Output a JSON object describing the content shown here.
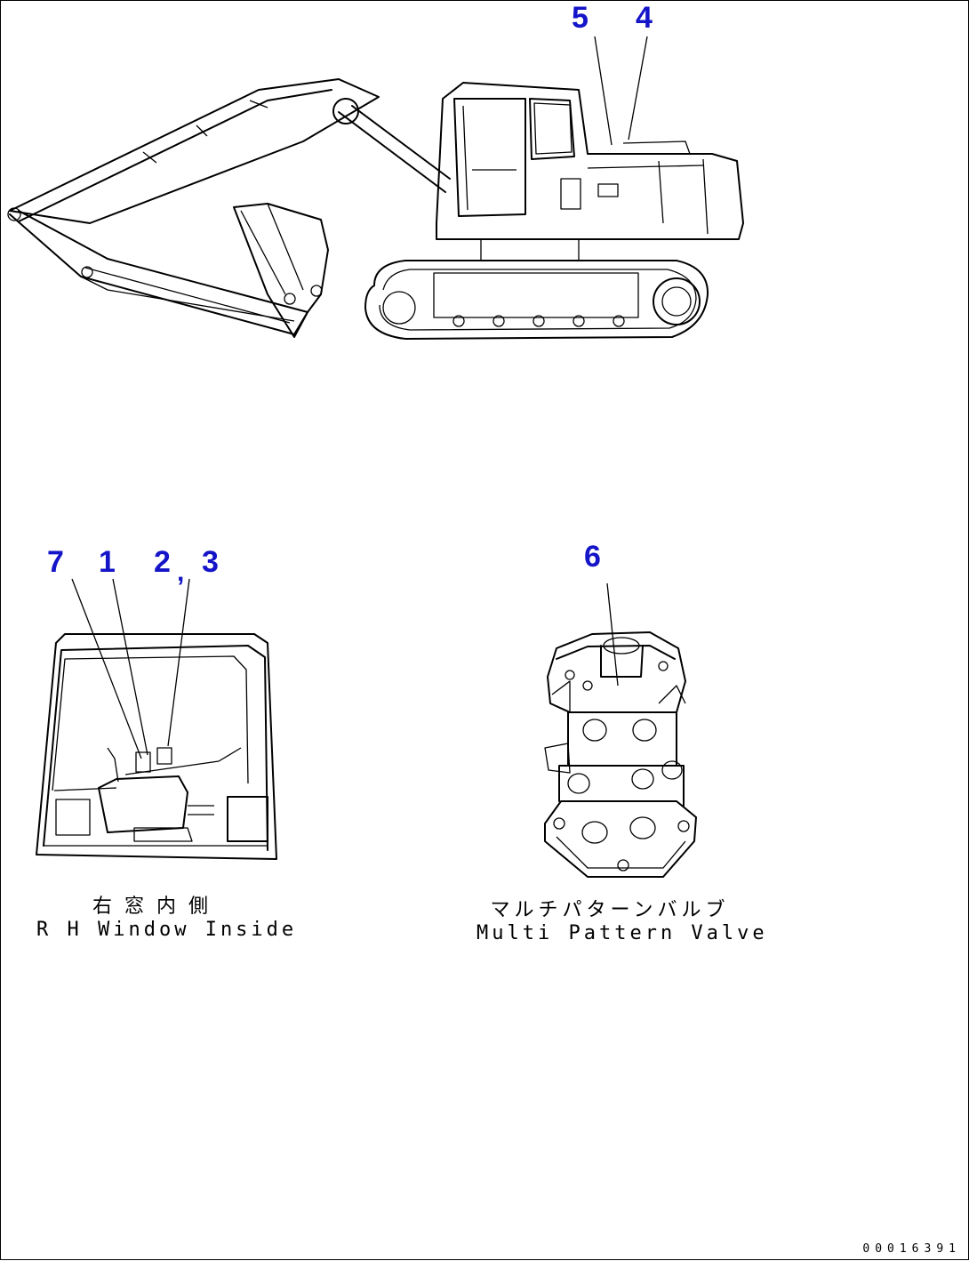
{
  "callouts": {
    "c1": "1",
    "c2": "2",
    "c3": "3",
    "c4": "4",
    "c5": "5",
    "c6": "6",
    "c7": "7"
  },
  "captions": {
    "window_jp": "右窓内側",
    "window_en": "R H Window Inside",
    "valve_jp": "マルチパターンバルブ",
    "valve_en": "Multi Pattern Valve"
  },
  "document_id": "00016391",
  "colors": {
    "callout": "#1414c8",
    "line": "#000000",
    "background": "#ffffff"
  }
}
